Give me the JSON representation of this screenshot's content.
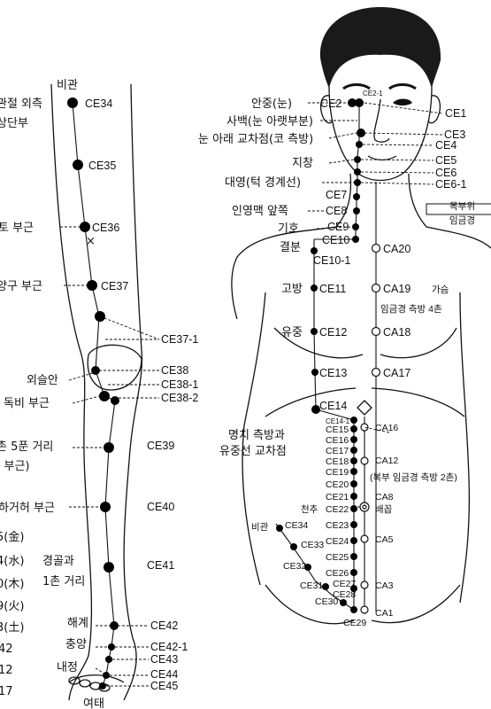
{
  "leg_labels": {
    "l1": "관절 외측",
    "l2": "상단부",
    "biguan_top": "비관",
    "l_ce36": "토 부근",
    "l_ce37": "양구 부근",
    "oeseulan": "외슬안",
    "dokbi": "독비 부근",
    "l_ce39a": "촌 5푼 거리",
    "l_ce39b": "| 부근)",
    "l_ce40": "하거허 부근",
    "gyeonggol1": "경골과",
    "gyeonggol2": "1촌 거리",
    "haegye": "해계",
    "chungyang": "충양",
    "naejeong": "내정",
    "yeotae": "여태",
    "el_geum": "5(金)",
    "el_su": "4(水)",
    "el_mok": "0(木)",
    "el_hwa": "9(火)",
    "el_to": "3(土)",
    "n42": "42",
    "n12": "12",
    "n17": "17"
  },
  "leg_points": [
    "CE34",
    "CE35",
    "CE36",
    "CE37",
    "CE37-1",
    "CE38",
    "CE38-1",
    "CE38-2",
    "CE39",
    "CE40",
    "CE41",
    "CE42",
    "CE42-1",
    "CE43",
    "CE44",
    "CE45"
  ],
  "body_labels": {
    "anjung": "안중(눈)",
    "sabaek": "사백(눈 아랫부분)",
    "nuna": "눈 아래 교차점(코 측방)",
    "jichang": "지창",
    "daeyeong": "대영(턱 경계선)",
    "inyeong": "인영맥 앞쪽",
    "giho": "기호",
    "gyeolbun": "결분",
    "gobang": "고방",
    "yujung": "유중",
    "myeongchi1": "명치 측방과",
    "myeongchi2": "유중선 교차점",
    "cheonchu": "천추",
    "biguan": "비관",
    "mokbu1": "목부위",
    "mokbu2": "임금경",
    "gaseum": "가슴",
    "imgeum4": "임금경 측방 4촌",
    "bokbu": "(복부 임금경 측방 2촌)",
    "baekkop": "배꼽"
  },
  "body_points": {
    "ce": [
      "CE1",
      "CE2",
      "CE2-1",
      "CE3",
      "CE4",
      "CE5",
      "CE6",
      "CE6-1",
      "CE7",
      "CE8",
      "CE9",
      "CE10",
      "CE10-1",
      "CE11",
      "CE12",
      "CE13",
      "CE14",
      "CE14-1",
      "CE15",
      "CE16",
      "CE17",
      "CE18",
      "CE19",
      "CE20",
      "CE21",
      "CE22",
      "CE23",
      "CE24",
      "CE25",
      "CE26",
      "CE27",
      "CE28",
      "CE29",
      "CE30",
      "CE31",
      "CE32",
      "CE33",
      "CE34"
    ],
    "ca": [
      "CA1",
      "CA3",
      "CA5",
      "CA8",
      "CA12",
      "CA16",
      "CA17",
      "CA18",
      "CA19",
      "CA20"
    ]
  }
}
